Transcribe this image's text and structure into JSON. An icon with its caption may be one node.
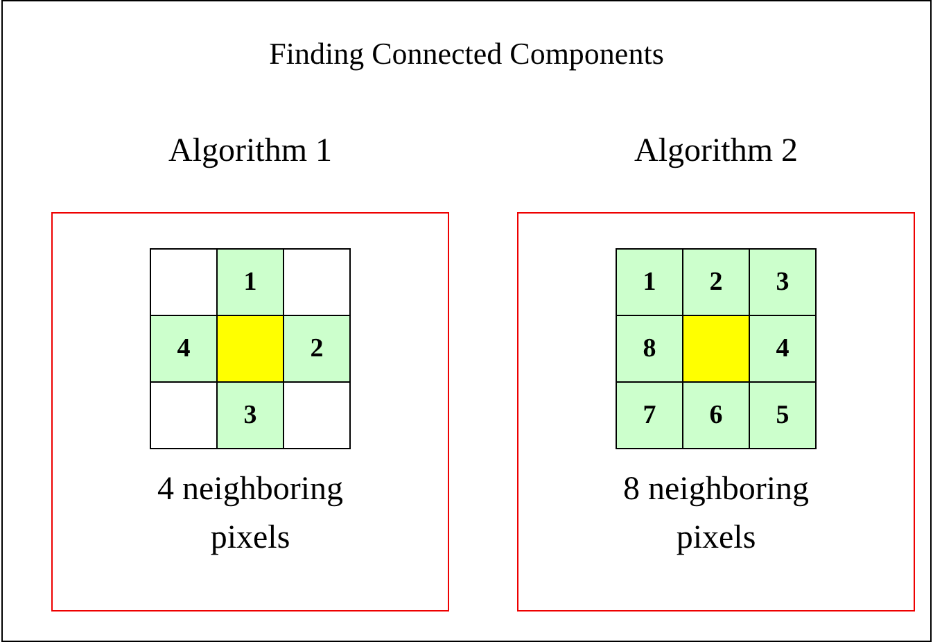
{
  "diagram": {
    "title": "Finding Connected Components",
    "nodes": [
      {
        "text": [
          "Algorithm 1",
          "4 neighboring pixels"
        ]
      },
      {
        "text": [],
        "shape": "box",
        "in": 0
      },
      {
        "text": [
          "1"
        ],
        "in": 0
      },
      {
        "text": [],
        "shape": "box",
        "in": 0
      },
      {
        "text": [
          "4"
        ],
        "in": 0
      },
      {
        "text": [],
        "shape": "box",
        "in": 0
      },
      {
        "text": [
          "2"
        ],
        "in": 0
      },
      {
        "text": [],
        "shape": "box",
        "in": 0
      },
      {
        "text": [
          "3"
        ],
        "in": 0
      },
      {
        "text": [],
        "shape": "box",
        "in": 0
      },
      {
        "text": [
          "Algorithm 2",
          "8 neighboring pixels"
        ]
      },
      {
        "text": [
          "1"
        ],
        "in": 10
      },
      {
        "text": [
          "2"
        ],
        "in": 10
      },
      {
        "text": [
          "3"
        ],
        "in": 10
      },
      {
        "text": [
          "8"
        ],
        "in": 10
      },
      {
        "text": [],
        "shape": "box",
        "in": 10
      },
      {
        "text": [
          "4"
        ],
        "in": 10
      },
      {
        "text": [
          "7"
        ],
        "in": 10
      },
      {
        "text": [
          "6"
        ],
        "in": 10
      },
      {
        "text": [
          "5"
        ],
        "in": 10
      }
    ],
    "edges": []
  }
}
